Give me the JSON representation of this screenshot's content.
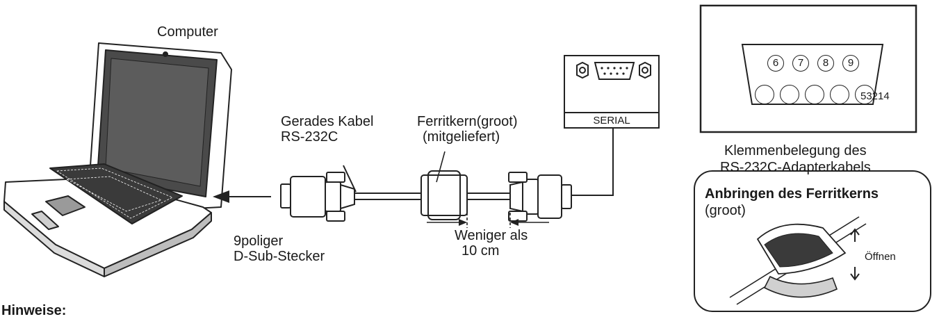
{
  "labels": {
    "computer": "Computer",
    "cable_line1": "Gerades Kabel",
    "cable_line2": "RS-232C",
    "ferrite_line1": "Ferritkern(groot)",
    "ferrite_line2": "(mitgeliefert)",
    "connector_line1": "9poliger",
    "connector_line2": "D-Sub-Stecker",
    "distance_line1": "Weniger als",
    "distance_line2": "10 cm",
    "serial_port": "SERIAL",
    "hinweise": "Hinweise:"
  },
  "pin_box": {
    "top_pins": [
      "6",
      "7",
      "8",
      "9"
    ],
    "bottom_label": "53214",
    "caption_line1": "Klemmenbelegung des",
    "caption_line2": "RS-232C-Adapterkabels"
  },
  "ferrite_box": {
    "title": "Anbringen des Ferritkerns",
    "subtitle": "(groot)",
    "open_label": "Öffnen"
  }
}
